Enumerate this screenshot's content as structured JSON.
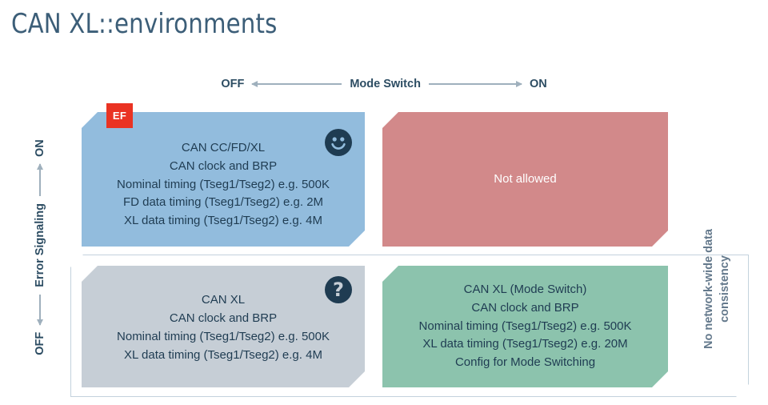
{
  "title": "CAN XL::environments",
  "axes": {
    "horizontal": {
      "name": "Mode Switch",
      "left_label": "OFF",
      "right_label": "ON"
    },
    "vertical": {
      "name": "Error Signaling",
      "low_label": "OFF",
      "high_label": "ON"
    }
  },
  "colors": {
    "title": "#3c5e78",
    "axis_text": "#2d4d63",
    "box_blue": "#92bcdd",
    "box_red": "#d2898a",
    "box_gray": "#c6ced6",
    "box_green": "#8cc3ad",
    "badge_red": "#ea3323",
    "icon_navy": "#1f3c52",
    "container_border": "#c3d2dd",
    "note_text": "#64798c"
  },
  "quadrants": {
    "top_left": {
      "badge": "EF",
      "icon": "smiley-face-icon",
      "lines": [
        "CAN CC/FD/XL",
        "CAN clock and BRP",
        "Nominal timing (Tseg1/Tseg2) e.g. 500K",
        "FD data timing (Tseg1/Tseg2) e.g. 2M",
        "XL data timing (Tseg1/Tseg2) e.g. 4M"
      ]
    },
    "top_right": {
      "lines": [
        "Not allowed"
      ]
    },
    "bottom_left": {
      "icon": "question-mark-icon",
      "icon_glyph": "?",
      "lines": [
        "CAN XL",
        "CAN clock and BRP",
        "Nominal timing (Tseg1/Tseg2) e.g. 500K",
        "XL data timing (Tseg1/Tseg2) e.g. 4M"
      ]
    },
    "bottom_right": {
      "lines": [
        "CAN XL (Mode Switch)",
        "CAN clock and BRP",
        "Nominal timing (Tseg1/Tseg2) e.g. 500K",
        "XL data timing (Tseg1/Tseg2) e.g. 20M",
        "Config for Mode Switching"
      ]
    }
  },
  "consistency_note": "No network-wide data consistency"
}
